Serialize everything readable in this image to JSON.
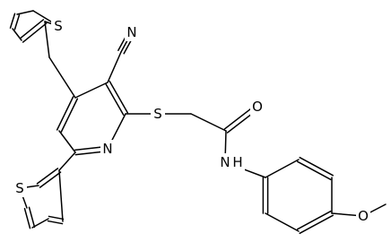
{
  "structure": {
    "atoms": {
      "s_thio1": "S",
      "s_thio2": "S",
      "s_thioether": "S",
      "n_pyridine": "N",
      "n_nitrile": "N",
      "o_carbonyl": "O",
      "n_amide": "N",
      "h_amide": "H",
      "o_methoxy": "O"
    }
  }
}
